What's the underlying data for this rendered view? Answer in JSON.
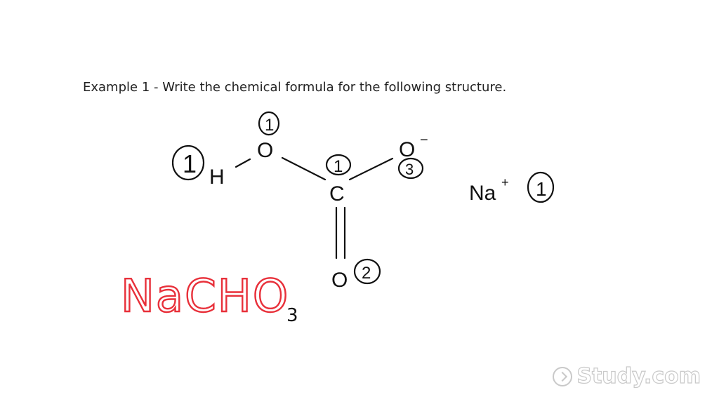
{
  "prompt": "Example 1 - Write the chemical formula for the following structure.",
  "atoms": {
    "h": "H",
    "o_left": "O",
    "c": "C",
    "o_right": "O",
    "o_right_charge": "−",
    "o_bottom": "O",
    "na": "Na",
    "na_charge": "+"
  },
  "annotations": {
    "h_count": "1",
    "o_left_count": "1",
    "c_count": "1",
    "o_right_count": "3",
    "o_bottom_count": "2",
    "na_count": "1"
  },
  "answer": {
    "formula": "NaCHO",
    "subscript": "3"
  },
  "watermark": "Study.com",
  "colors": {
    "ink": "#111111",
    "answer_red": "#e8303a",
    "watermark_outline": "#c9c9c9"
  }
}
